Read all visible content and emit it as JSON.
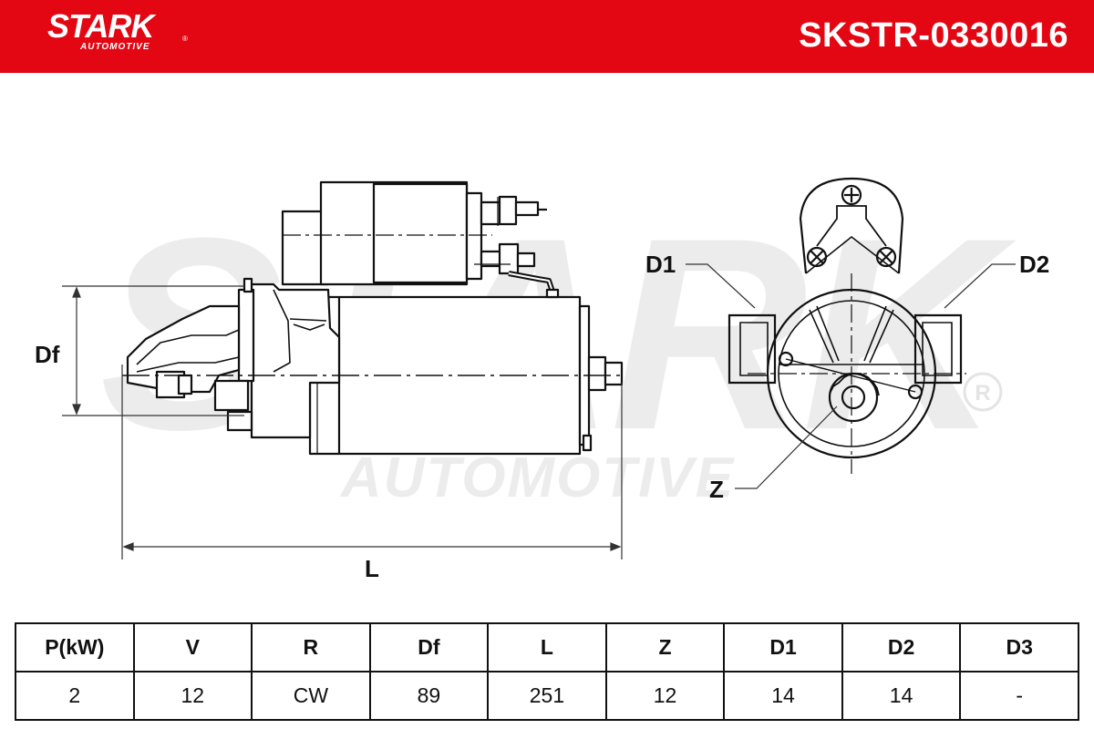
{
  "brand": {
    "name": "STARK",
    "sub": "AUTOMOTIVE",
    "registered": "®",
    "color": "#e30613"
  },
  "part_number": "SKSTR-0330016",
  "watermark": {
    "main": "STARK",
    "sub": "AUTOMOTIVE"
  },
  "labels": {
    "df": "Df",
    "l": "L",
    "d1": "D1",
    "d2": "D2",
    "z": "Z"
  },
  "specs": {
    "headers": [
      "P(kW)",
      "V",
      "R",
      "Df",
      "L",
      "Z",
      "D1",
      "D2",
      "D3"
    ],
    "values": [
      "2",
      "12",
      "CW",
      "89",
      "251",
      "12",
      "14",
      "14",
      "-"
    ]
  }
}
